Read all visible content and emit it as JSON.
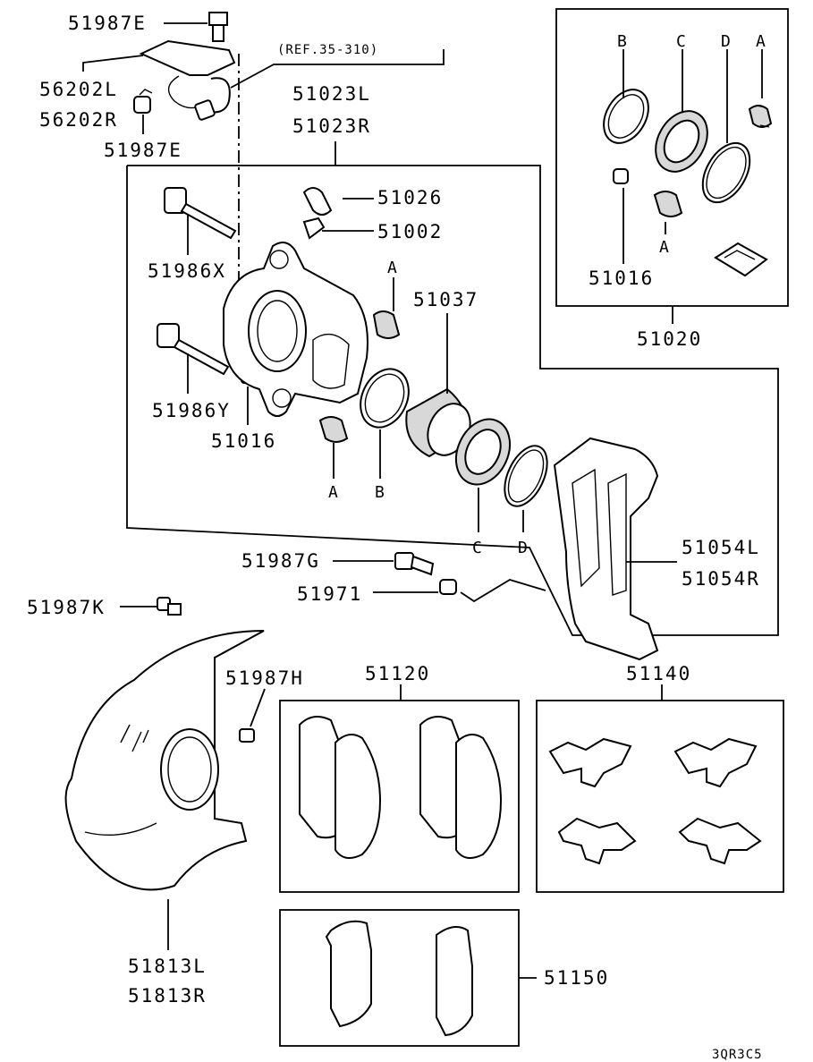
{
  "labels": {
    "p51987E_a": "51987E",
    "p56202L": "56202L",
    "p56202R": "56202R",
    "p51987E_b": "51987E",
    "ref": "(REF.35-310)",
    "p51023L": "51023L",
    "p51023R": "51023R",
    "p51026": "51026",
    "p51002": "51002",
    "p51986X": "51986X",
    "p51037": "51037",
    "p51986Y": "51986Y",
    "p51016_a": "51016",
    "p51987G": "51987G",
    "p51971": "51971",
    "p51054L": "51054L",
    "p51054R": "51054R",
    "p51987K": "51987K",
    "p51987H": "51987H",
    "p51120": "51120",
    "p51140": "51140",
    "p51813L": "51813L",
    "p51813R": "51813R",
    "p51150": "51150",
    "p51016_b": "51016",
    "p51020": "51020",
    "code": "3QR3C5"
  },
  "letters": {
    "a_main": "A",
    "b_main": "B",
    "c_main": "C",
    "d_main": "D",
    "a_upper": "A",
    "b_kit": "B",
    "c_kit": "C",
    "d_kit": "D",
    "a_kit_top": "A",
    "a_kit_bottom": "A"
  }
}
